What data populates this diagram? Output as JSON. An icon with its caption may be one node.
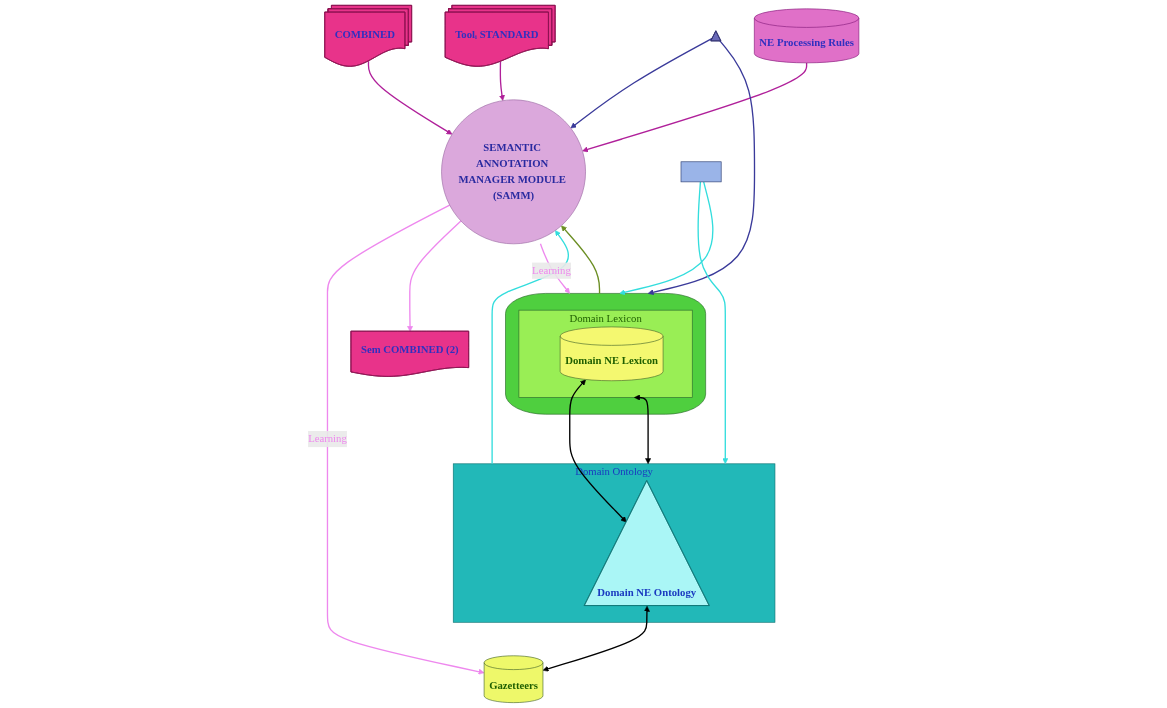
{
  "diagram": {
    "nodes": [
      {
        "text": [
          "COMBINED"
        ]
      },
      {
        "text": [
          "Toolᵢ STANDARD"
        ]
      },
      {
        "text": [
          "NE Processing Rules"
        ]
      },
      {
        "text": [],
        "shape": "triangle"
      },
      {
        "text": [
          "SEMANTIC ANNOTATION MANAGER MODULE (SAMM)"
        ]
      },
      {
        "text": [
          "Domain Ontology"
        ]
      },
      {
        "text": [
          "Domain NE Ontology"
        ],
        "in": 5
      },
      {
        "text": [],
        "shape": "cylinder"
      },
      {
        "text": [
          "Domain Lexicon"
        ],
        "in": 7
      },
      {
        "text": [
          "Domain NE Lexicon"
        ],
        "in": 8
      },
      {
        "text": [
          "Gazetteers"
        ]
      },
      {
        "text": [
          "Sem COMBINED (2)"
        ]
      },
      {
        "text": [],
        "shape": "bar"
      }
    ],
    "edges": [
      {
        "from": 0,
        "to": 4,
        "arrow": "to",
        "color": "#b0209a"
      },
      {
        "from": 1,
        "to": 4,
        "arrow": "to",
        "color": "#b0209a"
      },
      {
        "from": 2,
        "to": 4,
        "arrow": "to",
        "color": "#b0209a"
      },
      {
        "from": 3,
        "to": 4,
        "arrow": "to",
        "color": "#3a3a9a"
      },
      {
        "from": 3,
        "to": 7,
        "arrow": "to",
        "color": "#3a3a9a"
      },
      {
        "from": 5,
        "to": 4,
        "arrow": "to",
        "color": "#33dddd"
      },
      {
        "from": 12,
        "to": 5,
        "arrow": "to",
        "color": "#33dddd"
      },
      {
        "from": 12,
        "to": 7,
        "arrow": "to",
        "color": "#33dddd"
      },
      {
        "from": 9,
        "to": 6,
        "arrow": "both",
        "color": "#000000"
      },
      {
        "from": 8,
        "to": 5,
        "arrow": "both",
        "color": "#000000"
      },
      {
        "from": 6,
        "to": 10,
        "arrow": "both",
        "color": "#000000"
      },
      {
        "from": 7,
        "to": 4,
        "arrow": "to",
        "color": "#6b8e23"
      },
      {
        "from": 4,
        "to": 7,
        "arrow": "to",
        "label": "Learning",
        "color": "#ee88ee"
      },
      {
        "from": 4,
        "to": 10,
        "arrow": "to",
        "label": "Learning",
        "color": "#ee88ee"
      },
      {
        "from": 4,
        "to": 11,
        "arrow": "to",
        "color": "#ee88ee"
      }
    ]
  }
}
